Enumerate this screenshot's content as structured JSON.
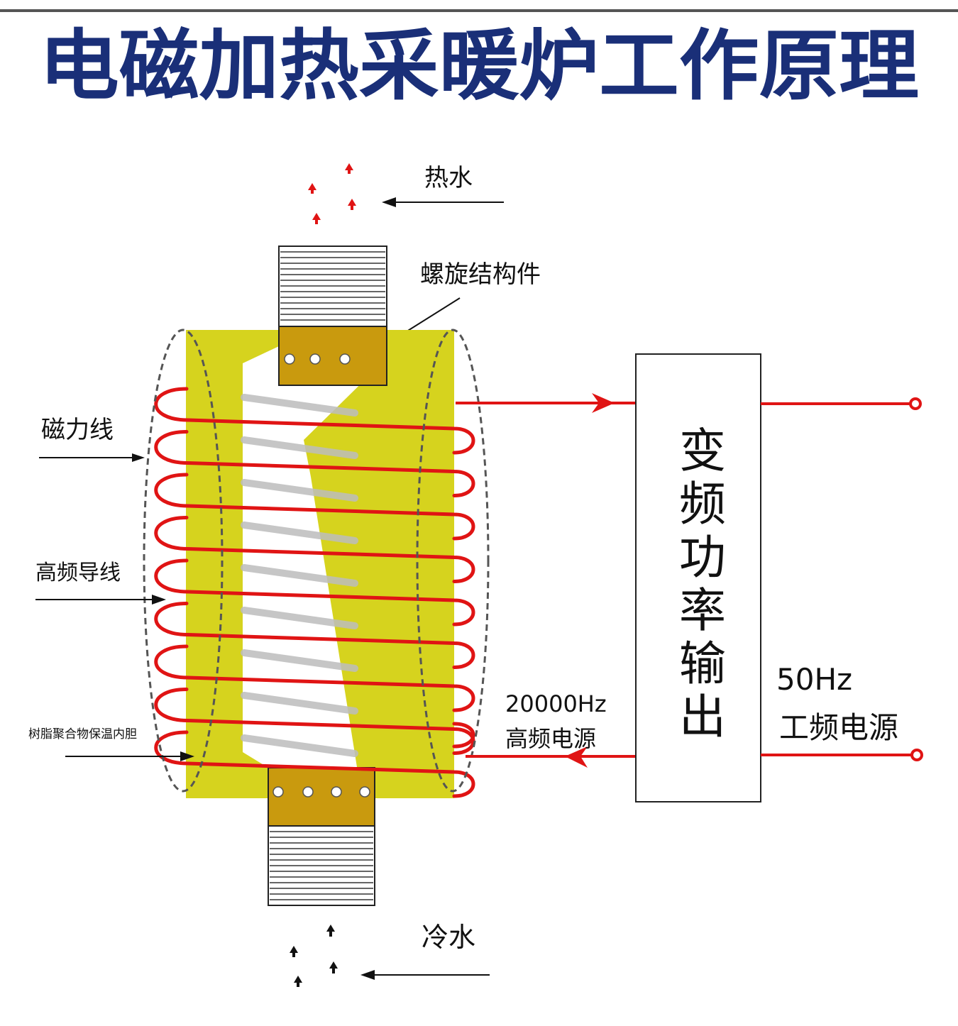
{
  "title": "电磁加热采暖炉工作原理",
  "labels": {
    "hot_water": "热水",
    "cold_water": "冷水",
    "spiral_part": "螺旋结构件",
    "magnetic_lines": "磁力线",
    "hf_wire": "高频导线",
    "liner": "树脂聚合物保温内胆",
    "hf_freq": "20000Hz",
    "hf_source": "高频电源",
    "mains_freq": "50Hz",
    "mains_source": "工频电源"
  },
  "inverter": {
    "chars": [
      "变",
      "频",
      "功",
      "率",
      "输",
      "出"
    ]
  },
  "colors": {
    "title": "#1a2f78",
    "coil": "#e01414",
    "body": "#d6d31e",
    "collar": "#c99a0e",
    "wire": "#e01414"
  }
}
